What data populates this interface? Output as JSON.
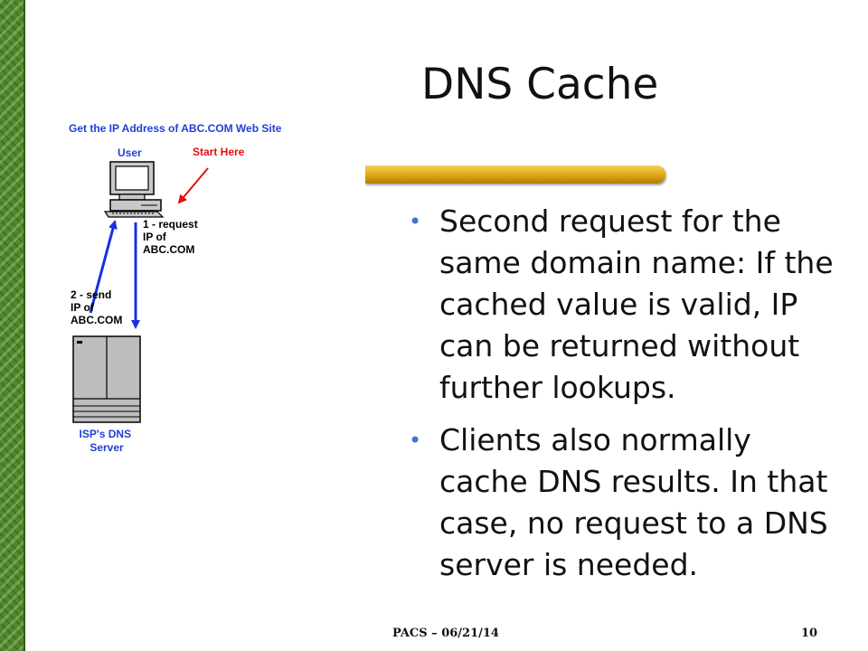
{
  "slide": {
    "title": "DNS Cache",
    "bullets": [
      "Second request for the same domain name: If the cached value is valid, IP can be returned without further lookups.",
      "Clients also normally cache DNS results. In that case, no request to a DNS server is needed."
    ],
    "footer_left": "PACS – 06/21/14",
    "page_number": "10"
  },
  "diagram": {
    "heading": "Get the IP Address of ABC.COM Web Site",
    "user_label": "User",
    "start_label": "Start Here",
    "request_lines": [
      "1 - request",
      "IP of",
      "ABC.COM"
    ],
    "send_lines": [
      "2 - send",
      "IP of",
      "ABC.COM"
    ],
    "server_lines": [
      "ISP's DNS",
      "Server"
    ]
  },
  "colors": {
    "heading_blue": "#1f3fd6",
    "start_red": "#e01010",
    "arrow_blue": "#1a2fe0",
    "border_green": "#4f8a2a",
    "bar_gold": "#e0a512"
  }
}
